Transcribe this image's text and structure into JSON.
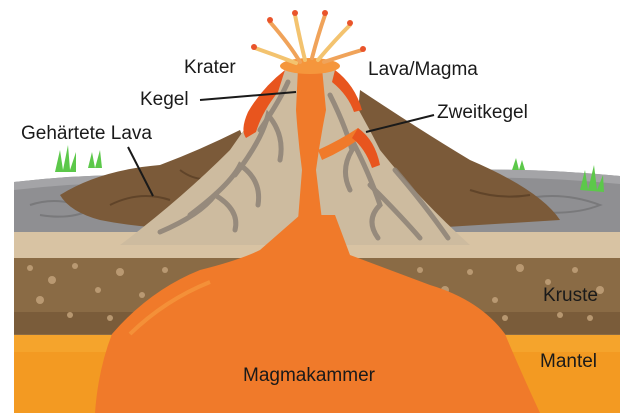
{
  "labels": {
    "crater": "Krater",
    "lava_magma": "Lava/Magma",
    "cone": "Kegel",
    "secondary_cone": "Zweitkegel",
    "hardened_lava": "Gehärtete Lava",
    "crust": "Kruste",
    "mantle": "Mantel",
    "magma_chamber": "Magmakammer"
  },
  "colors": {
    "magma": "#f07a2a",
    "magma_light": "#f5963c",
    "mantle": "#f39a22",
    "crust": "#8a6b45",
    "sediment": "#d8c3a3",
    "cone_light": "#cdbb9f",
    "cone_stripe": "#8d8276",
    "hardened_lava": "#7b5a39",
    "rock_gray": "#8f8f92",
    "grass": "#5cc84a"
  }
}
